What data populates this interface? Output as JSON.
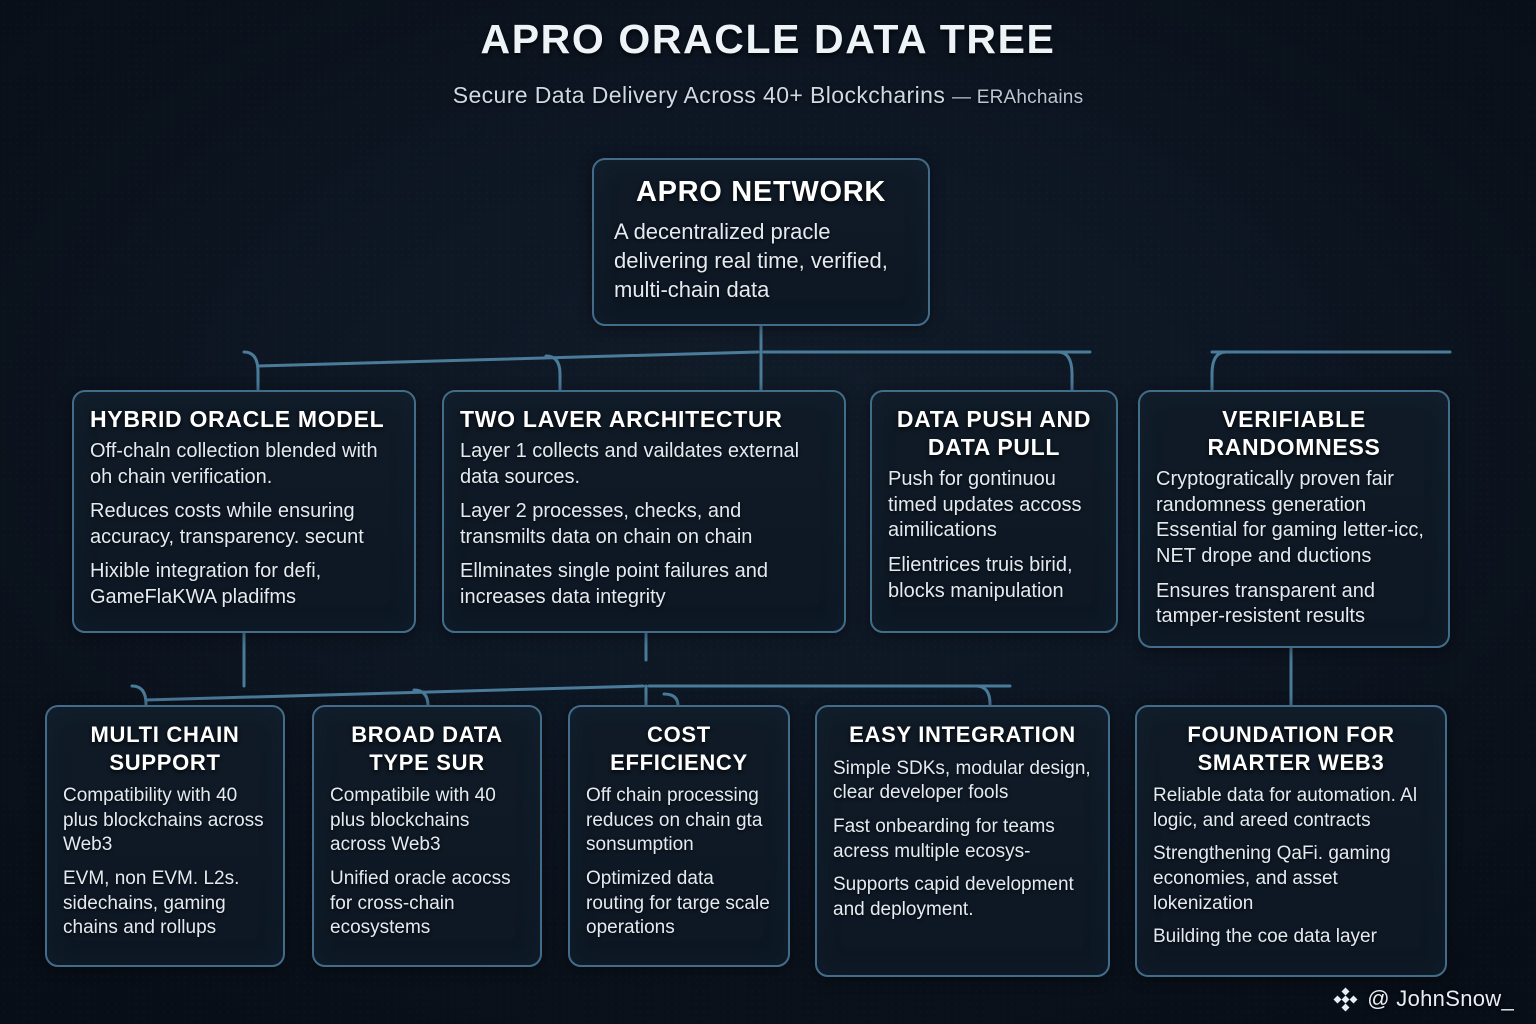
{
  "header": {
    "title": "APRO ORACLE DATA TREE",
    "subtitle_main": "Secure Data Delivery Across 40+ Blockcharins",
    "subtitle_tail": "— ERAhchains"
  },
  "colors": {
    "background": "#0c131d",
    "node_border": "#426c89",
    "node_fill": "#101b27",
    "edge": "#4a7b99",
    "title_text": "#ffffff",
    "body_text": "#e3eaf2"
  },
  "root": {
    "title": "APRO NETWORK",
    "paragraphs": [
      "A decentralized pracle delivering real time, verified, multi-chain data"
    ]
  },
  "tier2": [
    {
      "id": "hybrid",
      "title": "HYBRID ORACLE MODEL",
      "paragraphs": [
        "Off-chaln collection blended with oh chain verification.",
        "Reduces costs while ensuring accuracy, transparency. secunt",
        "Hixible integration for defi, GameFlaKWA pladifms"
      ]
    },
    {
      "id": "twolayer",
      "title": "TWO LAVER ARCHITECTUR",
      "paragraphs": [
        "Layer 1 collects and vaildates external data sources.",
        "Layer 2 processes, checks, and transmilts data on chain on chain",
        "Ellminates single point failures and increases data integrity"
      ]
    },
    {
      "id": "push",
      "title": "DATA PUSH AND DATA PULL",
      "paragraphs": [
        "Push for gontinuou timed updates accoss aimilications",
        "Elientrices truis birid, blocks manipulation"
      ]
    },
    {
      "id": "vrf",
      "title": "VERIFIABLE RANDOMNESS",
      "paragraphs": [
        "Cryptogratically proven fair randomness generation Essential for gaming letter-icc, NET drope and ductions",
        "Ensures transparent and tamper-resistent results"
      ]
    }
  ],
  "tier3": [
    {
      "id": "multichain",
      "title": "MULTI CHAIN SUPPORT",
      "paragraphs": [
        "Compatibility with 40 plus blockchains across Web3",
        "EVM, non EVM. L2s. sidechains, gaming chains and rollups"
      ]
    },
    {
      "id": "broad",
      "title": "BROAD DATA TYPE SUR",
      "paragraphs": [
        "Compatibile with 40 plus blockchains across Web3",
        "Unified oracle acocss for cross-chain ecosystems"
      ]
    },
    {
      "id": "cost",
      "title": "COST EFFICIENCY",
      "paragraphs": [
        "Off chain processing reduces on chain gta sonsumption",
        "Optimized data routing for targe scale operations"
      ]
    },
    {
      "id": "easy",
      "title": "EASY INTEGRATION",
      "paragraphs": [
        "Simple SDKs, modular design, clear developer fools",
        "Fast onbearding for teams acress multiple ecosys-",
        "Supports capid development and deployment."
      ]
    },
    {
      "id": "foundation",
      "title": "FOUNDATION FOR SMARTER WEB3",
      "paragraphs": [
        "Reliable data for automation. Al logic, and areed contracts",
        "Strengthening QaFi. gaming economies, and asset lokenization",
        "Building the coe data layer"
      ]
    }
  ],
  "watermark": {
    "logo": "binance-diamond-icon",
    "handle": "@ JohnSnow_"
  }
}
